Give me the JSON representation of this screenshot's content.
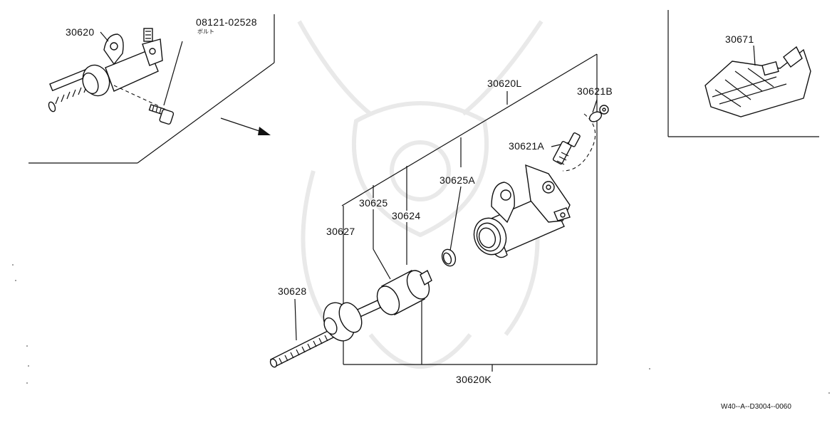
{
  "labels": {
    "inset_assembly": "30620",
    "bolt_part": "08121-02528",
    "bolt_note": "ボルト",
    "cylinder_kit": "30620L",
    "bleeder_cap": "30621B",
    "bleeder_screw": "30621A",
    "snap_ring": "30625A",
    "seal": "30625",
    "piston": "30624",
    "boot": "30627",
    "push_rod": "30628",
    "repair_kit": "30620K",
    "bracket": "30671"
  },
  "diagram_code": "W40--A--D3004--0060"
}
